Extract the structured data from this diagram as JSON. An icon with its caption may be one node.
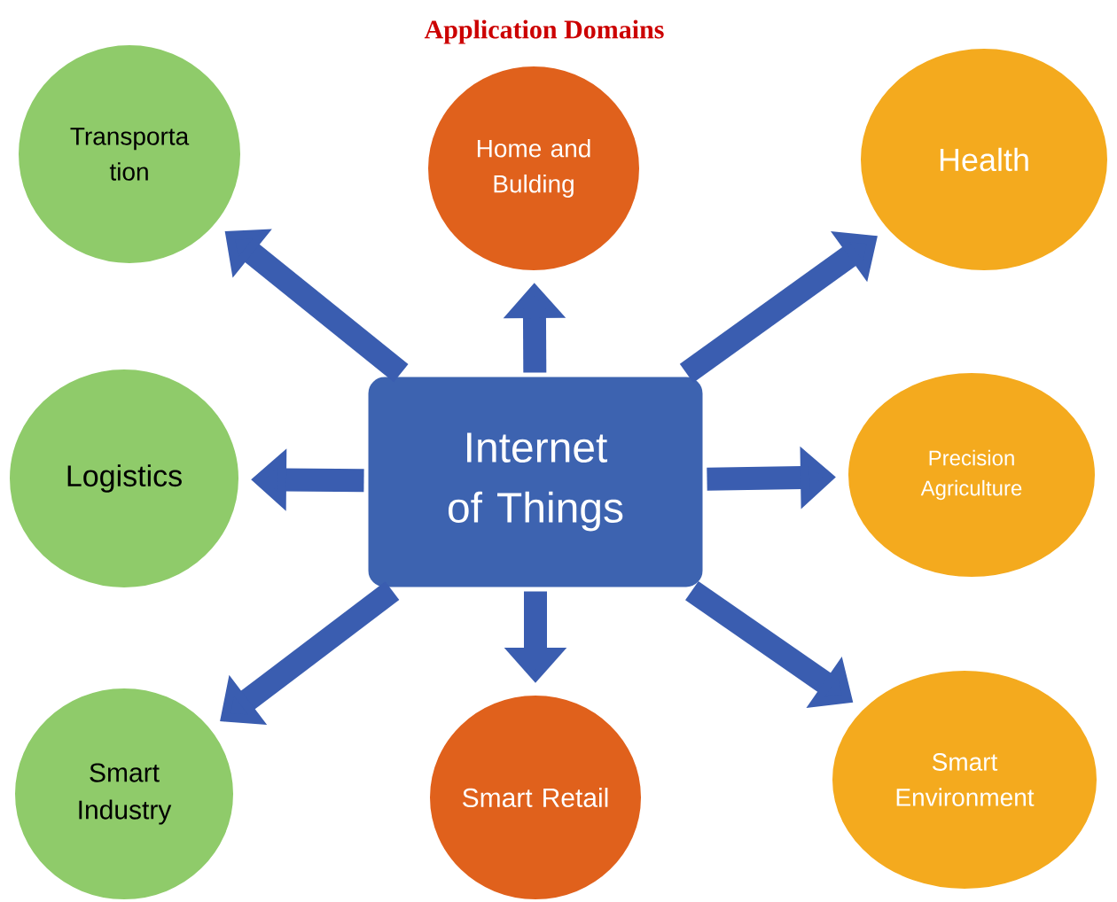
{
  "diagram": {
    "title": "Application Domains",
    "nodes": [
      {
        "text": [
          "Transporta tion"
        ]
      },
      {
        "text": [
          "Home and Bulding"
        ]
      },
      {
        "text": [
          "Health"
        ]
      },
      {
        "text": [
          "Logistics"
        ]
      },
      {
        "text": [
          "Internet of Things"
        ]
      },
      {
        "text": [
          "Precision Agriculture"
        ]
      },
      {
        "text": [
          "Smart Industry"
        ]
      },
      {
        "text": [
          "Smart Retail"
        ]
      },
      {
        "text": [
          "Smart Environment"
        ]
      }
    ],
    "edges": [
      {
        "from": 4,
        "to": 0,
        "arrow": "to"
      },
      {
        "from": 4,
        "to": 1,
        "arrow": "to"
      },
      {
        "from": 4,
        "to": 2,
        "arrow": "to"
      },
      {
        "from": 4,
        "to": 3,
        "arrow": "to"
      },
      {
        "from": 4,
        "to": 5,
        "arrow": "to"
      },
      {
        "from": 4,
        "to": 6,
        "arrow": "to"
      },
      {
        "from": 4,
        "to": 7,
        "arrow": "to"
      },
      {
        "from": 4,
        "to": 8,
        "arrow": "to"
      }
    ]
  }
}
